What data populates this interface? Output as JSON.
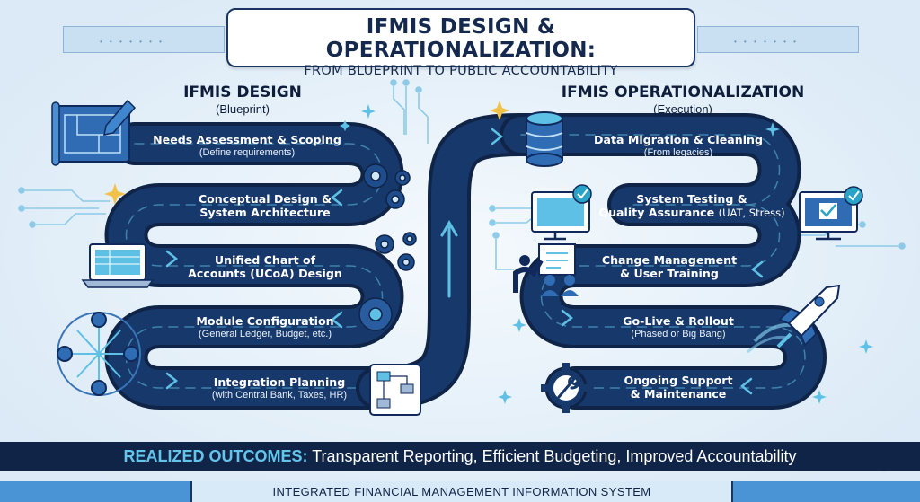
{
  "header": {
    "title": "IFMIS DESIGN & OPERATIONALIZATION:",
    "subtitle": "FROM BLUEPRINT TO PUBLIC ACCOUNTABILITY"
  },
  "design": {
    "heading": "IFMIS DESIGN",
    "subheading": "(Blueprint)",
    "steps": [
      {
        "title": "Needs Assessment & Scoping",
        "detail": "(Define requirements)"
      },
      {
        "title_line1": "Conceptual Design &",
        "title_line2": "System Architecture"
      },
      {
        "title_line1": "Unified Chart of",
        "title_line2": "Accounts (UCoA) Design"
      },
      {
        "title": "Module Configuration",
        "detail": "(General Ledger, Budget, etc.)"
      },
      {
        "title": "Integration Planning",
        "detail": "(with Central Bank, Taxes, HR)"
      }
    ]
  },
  "operation": {
    "heading": "IFMIS OPERATIONALIZATION",
    "subheading": "(Execution)",
    "steps": [
      {
        "title": "Data Migration & Cleaning",
        "detail": "(From legacies)"
      },
      {
        "title_line1": "System Testing &",
        "title_line2": "Quality Assurance",
        "detail_inline": "(UAT, Stress)"
      },
      {
        "title_line1": "Change Management",
        "title_line2": "& User Training"
      },
      {
        "title": "Go-Live & Rollout",
        "detail": "(Phased or Big Bang)"
      },
      {
        "title_line1": "Ongoing Support",
        "title_line2": "& Maintenance"
      }
    ]
  },
  "outcomes": {
    "label": "REALIZED OUTCOMES:",
    "text": "Transparent Reporting, Efficient Budgeting, Improved Accountability"
  },
  "footer": {
    "text": "INTEGRATED FINANCIAL MANAGEMENT INFORMATION SYSTEM"
  },
  "colors": {
    "road": "#15305e",
    "road_dark": "#0f2447",
    "accent": "#5fc0e6",
    "background": "#e6f1fa"
  },
  "icons": [
    "blueprint-icon",
    "pencil-icon",
    "gears-icon",
    "laptop-icon",
    "network-icon",
    "flowchart-icon",
    "database-icon",
    "monitor-check-icon",
    "presentation-icon",
    "rocket-icon",
    "wrench-gear-icon",
    "sparkle-icon"
  ]
}
